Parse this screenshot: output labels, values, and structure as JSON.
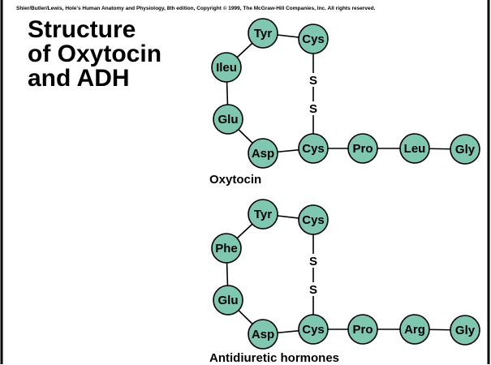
{
  "copyright": "Shier/Butler/Lewis, Hole's Human Anatomy and Physiology, 8th edition, Copyright © 1999, The McGraw-Hill Companies, Inc. All rights reserved.",
  "title": {
    "line1": "Structure",
    "line2": "of Oxytocin",
    "line3": "and ADH"
  },
  "colors": {
    "residue_fill": "#7fc7b1",
    "outline": "#000000"
  },
  "oxytocin": {
    "caption": "Oxytocin",
    "residues": [
      "Tyr",
      "Cys",
      "Ileu",
      "Glu",
      "Asp",
      "Cys",
      "Pro",
      "Leu",
      "Gly"
    ],
    "bond_letters": [
      "S",
      "S"
    ]
  },
  "adh": {
    "caption": "Antidiuretic hormones",
    "residues": [
      "Tyr",
      "Cys",
      "Phe",
      "Glu",
      "Asp",
      "Cys",
      "Pro",
      "Arg",
      "Gly"
    ],
    "bond_letters": [
      "S",
      "S"
    ]
  }
}
